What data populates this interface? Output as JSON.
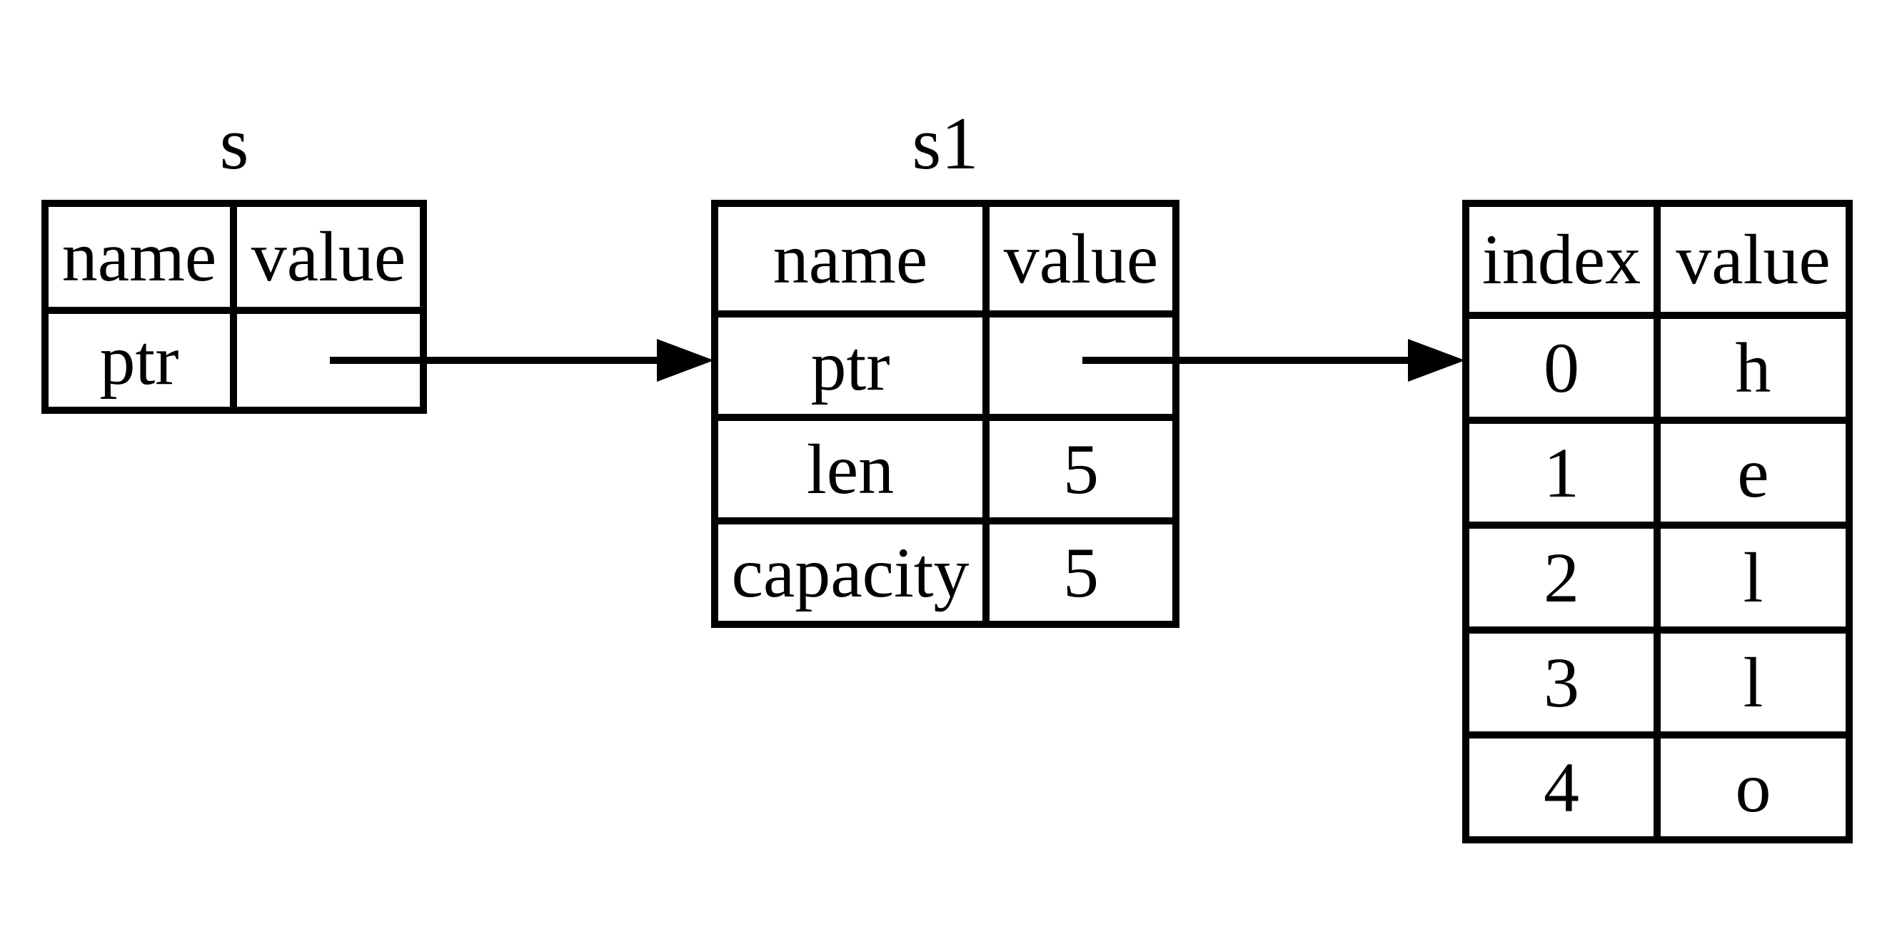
{
  "colors": {
    "line": "#000000",
    "background": "#ffffff"
  },
  "tables": {
    "s": {
      "label": "s",
      "columns": [
        "name",
        "value"
      ],
      "rows": [
        {
          "name": "ptr",
          "value": ""
        }
      ]
    },
    "s1": {
      "label": "s1",
      "columns": [
        "name",
        "value"
      ],
      "rows": [
        {
          "name": "ptr",
          "value": ""
        },
        {
          "name": "len",
          "value": "5"
        },
        {
          "name": "capacity",
          "value": "5"
        }
      ]
    },
    "heap": {
      "columns": [
        "index",
        "value"
      ],
      "rows": [
        {
          "index": "0",
          "value": "h"
        },
        {
          "index": "1",
          "value": "e"
        },
        {
          "index": "2",
          "value": "l"
        },
        {
          "index": "3",
          "value": "l"
        },
        {
          "index": "4",
          "value": "o"
        }
      ]
    }
  },
  "arrows": {
    "s_to_s1": "s.ptr points to s1",
    "s1_to_heap": "s1.ptr points to heap index 0"
  }
}
